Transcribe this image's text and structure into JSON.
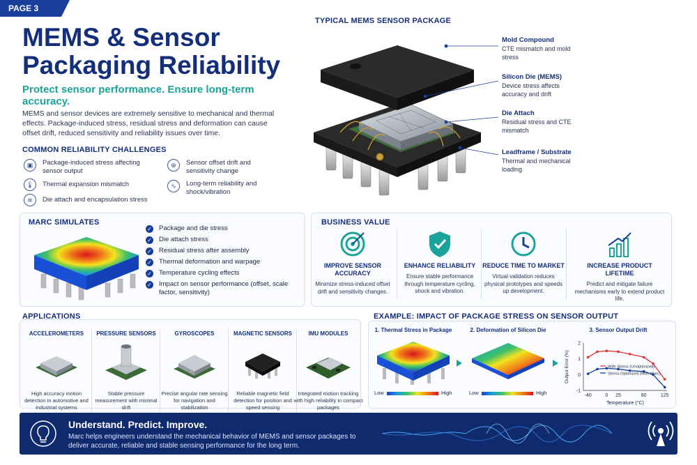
{
  "page_tag": "PAGE 3",
  "title": "MEMS & Sensor Packaging Reliability",
  "subtitle": "Protect sensor performance. Ensure long-term accuracy.",
  "intro": "MEMS and sensor devices are extremely sensitive to mechanical and thermal effects. Package-induced stress, residual stress and deformation can cause offset drift, reduced sensitivity and reliability issues over time.",
  "challenges": {
    "title": "COMMON RELIABILITY CHALLENGES",
    "items": [
      {
        "icon": "package-stress-icon",
        "text": "Package-induced stress affecting sensor output"
      },
      {
        "icon": "thermometer-icon",
        "text": "Thermal expansion mismatch"
      },
      {
        "icon": "layers-icon",
        "text": "Die attach and encapsulation stress"
      },
      {
        "icon": "target-icon",
        "text": "Sensor offset drift and sensitivity change"
      },
      {
        "icon": "waveform-icon",
        "text": "Long-term reliability and shock/vibration"
      }
    ]
  },
  "package": {
    "title": "TYPICAL MEMS SENSOR PACKAGE",
    "callouts": [
      {
        "name": "Mold Compound",
        "desc": "CTE mismatch and mold stress"
      },
      {
        "name": "Silicon Die (MEMS)",
        "desc": "Device stress affects accuracy and drift"
      },
      {
        "name": "Die Attach",
        "desc": "Residual stress and CTE mismatch"
      },
      {
        "name": "Leadframe / Substrate",
        "desc": "Thermal and mechanical loading"
      }
    ]
  },
  "marc": {
    "title": "MARC SIMULATES",
    "items": [
      "Package and die stress",
      "Die attach stress",
      "Residual stress after assembly",
      "Thermal deformation and warpage",
      "Temperature cycling effects",
      "Impact on sensor performance (offset, scale factor, sensitivity)"
    ]
  },
  "business": {
    "title": "BUSINESS VALUE",
    "items": [
      {
        "icon": "target-icon",
        "heading": "IMPROVE SENSOR ACCURACY",
        "text": "Minimize stress-induced offset drift and sensitivity changes."
      },
      {
        "icon": "shield-check-icon",
        "heading": "ENHANCE RELIABILITY",
        "text": "Ensure stable performance through temperature cycling, shock and vibration."
      },
      {
        "icon": "clock-icon",
        "heading": "REDUCE TIME TO MARKET",
        "text": "Virtual validation reduces physical prototypes and speeds up development."
      },
      {
        "icon": "growth-chart-icon",
        "heading": "INCREASE PRODUCT LIFETIME",
        "text": "Predict and mitigate failure mechanisms early to extend product life."
      }
    ]
  },
  "applications": {
    "title": "APPLICATIONS",
    "items": [
      {
        "heading": "ACCELEROMETERS",
        "text": "High accuracy motion detection in automotive and industrial systems"
      },
      {
        "heading": "PRESSURE SENSORS",
        "text": "Stable pressure measurement with minimal drift"
      },
      {
        "heading": "GYROSCOPES",
        "text": "Precise angular rate sensing for navigation and stabilization"
      },
      {
        "heading": "MAGNETIC SENSORS",
        "text": "Reliable magnetic field detection for position and speed sensing"
      },
      {
        "heading": "IMU MODULES",
        "text": "Integrated motion tracking with high reliability in compact packages"
      }
    ]
  },
  "example": {
    "title": "EXAMPLE: IMPACT OF PACKAGE STRESS ON SENSOR OUTPUT",
    "panel1": "1. Thermal Stress in Package",
    "panel2": "2. Deformation of Silicon Die",
    "panel3": "3. Sensor Output Drift",
    "low": "Low",
    "high": "High"
  },
  "chart_data": {
    "type": "line",
    "title": "3. Sensor Output Drift",
    "xlabel": "Temperature (°C)",
    "ylabel": "Output Error (%)",
    "x": [
      -40,
      -20,
      0,
      25,
      50,
      80,
      100,
      125
    ],
    "xticks": [
      -40,
      0,
      25,
      80,
      125
    ],
    "yticks": [
      -1,
      0,
      1,
      2
    ],
    "xlim": [
      -50,
      130
    ],
    "ylim": [
      -1,
      2
    ],
    "series": [
      {
        "name": "With Stress (Unoptimized)",
        "color": "#e0322e",
        "values": [
          1.1,
          1.45,
          1.5,
          1.45,
          1.3,
          1.1,
          0.7,
          -0.3
        ]
      },
      {
        "name": "Stress Optimized (With Marc)",
        "color": "#1a3f9a",
        "values": [
          0.05,
          0.35,
          0.4,
          0.35,
          0.25,
          0.2,
          0.0,
          -0.8
        ]
      }
    ],
    "legend": "center-right",
    "grid": false
  },
  "footer": {
    "heading": "Understand. Predict. Improve.",
    "text": "Marc helps engineers understand the mechanical behavior of MEMS and sensor packages to deliver accurate, reliable and stable sensing performance for the long term."
  },
  "colors": {
    "brand": "#142e7a",
    "accent": "#1aa39a",
    "footer": "#102a6e"
  }
}
